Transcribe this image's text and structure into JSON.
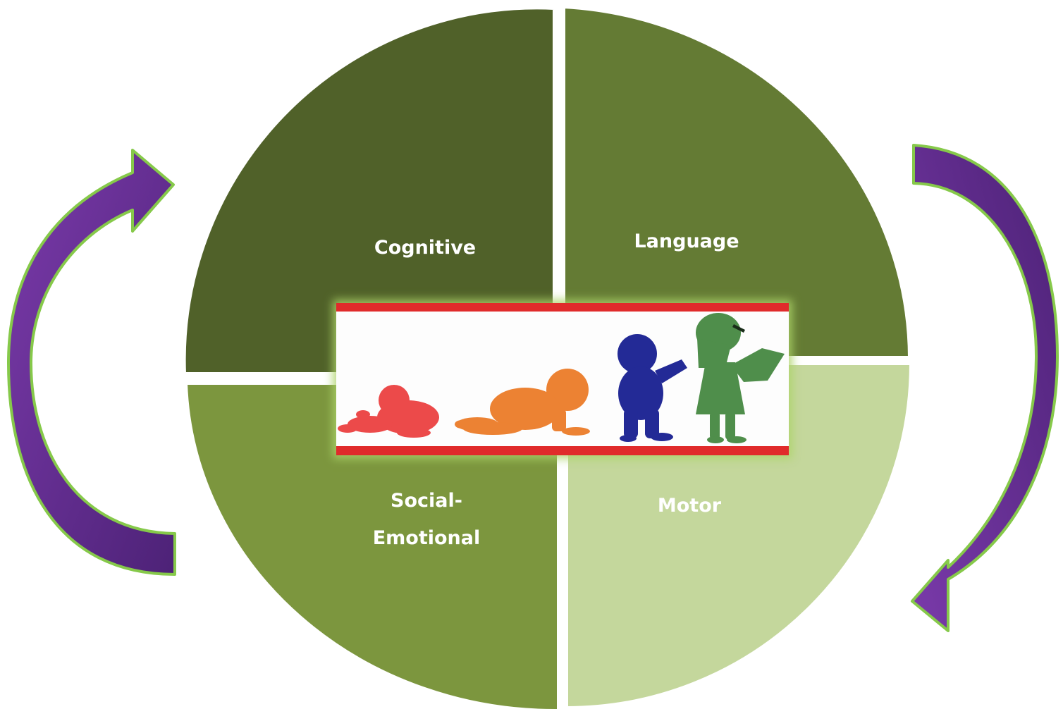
{
  "diagram": {
    "quadrants": [
      {
        "id": "cognitive",
        "label": "Cognitive",
        "color": "#506129"
      },
      {
        "id": "language",
        "label": "Language",
        "color": "#647b34"
      },
      {
        "id": "social",
        "label_line1": "Social-",
        "label_line2": "Emotional",
        "color": "#7c963e"
      },
      {
        "id": "motor",
        "label": "Motor",
        "color": "#c4d79c"
      }
    ],
    "arrow_color": "#6a2e9a",
    "arrow_outline": "#86c94a",
    "stripe_color": "#e02b2b",
    "figure_colors": [
      "#ec4a4a",
      "#ec8233",
      "#232a96",
      "#4f8e4b"
    ]
  }
}
